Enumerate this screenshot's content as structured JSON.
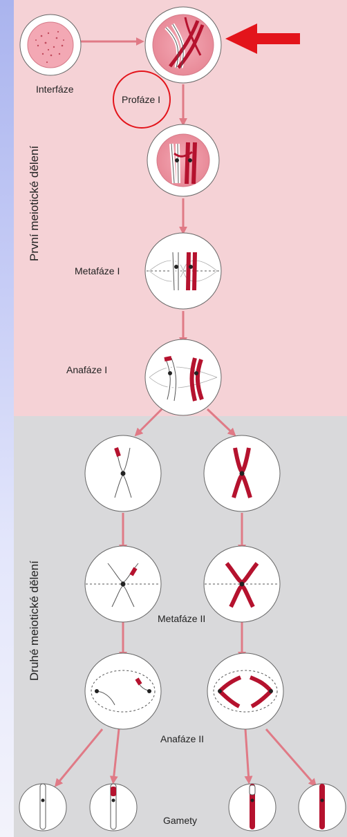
{
  "labels": {
    "interphase": "Interfáze",
    "prophase": "Profáze I",
    "metaphase1": "Metafáze I",
    "anaphase1": "Anafáze I",
    "metaphase2": "Metafáze II",
    "anaphase2": "Anafáze II",
    "gametes": "Gamety"
  },
  "sections": {
    "first": "První meiotické dělení",
    "second": "Druhé meiotické dělení"
  },
  "colors": {
    "chromosome_red": "#b5122e",
    "highlight_red": "#e3141b",
    "arrow_pink": "#e07a86",
    "first_panel": "#f5d2d6",
    "second_panel": "#d9d9db"
  }
}
